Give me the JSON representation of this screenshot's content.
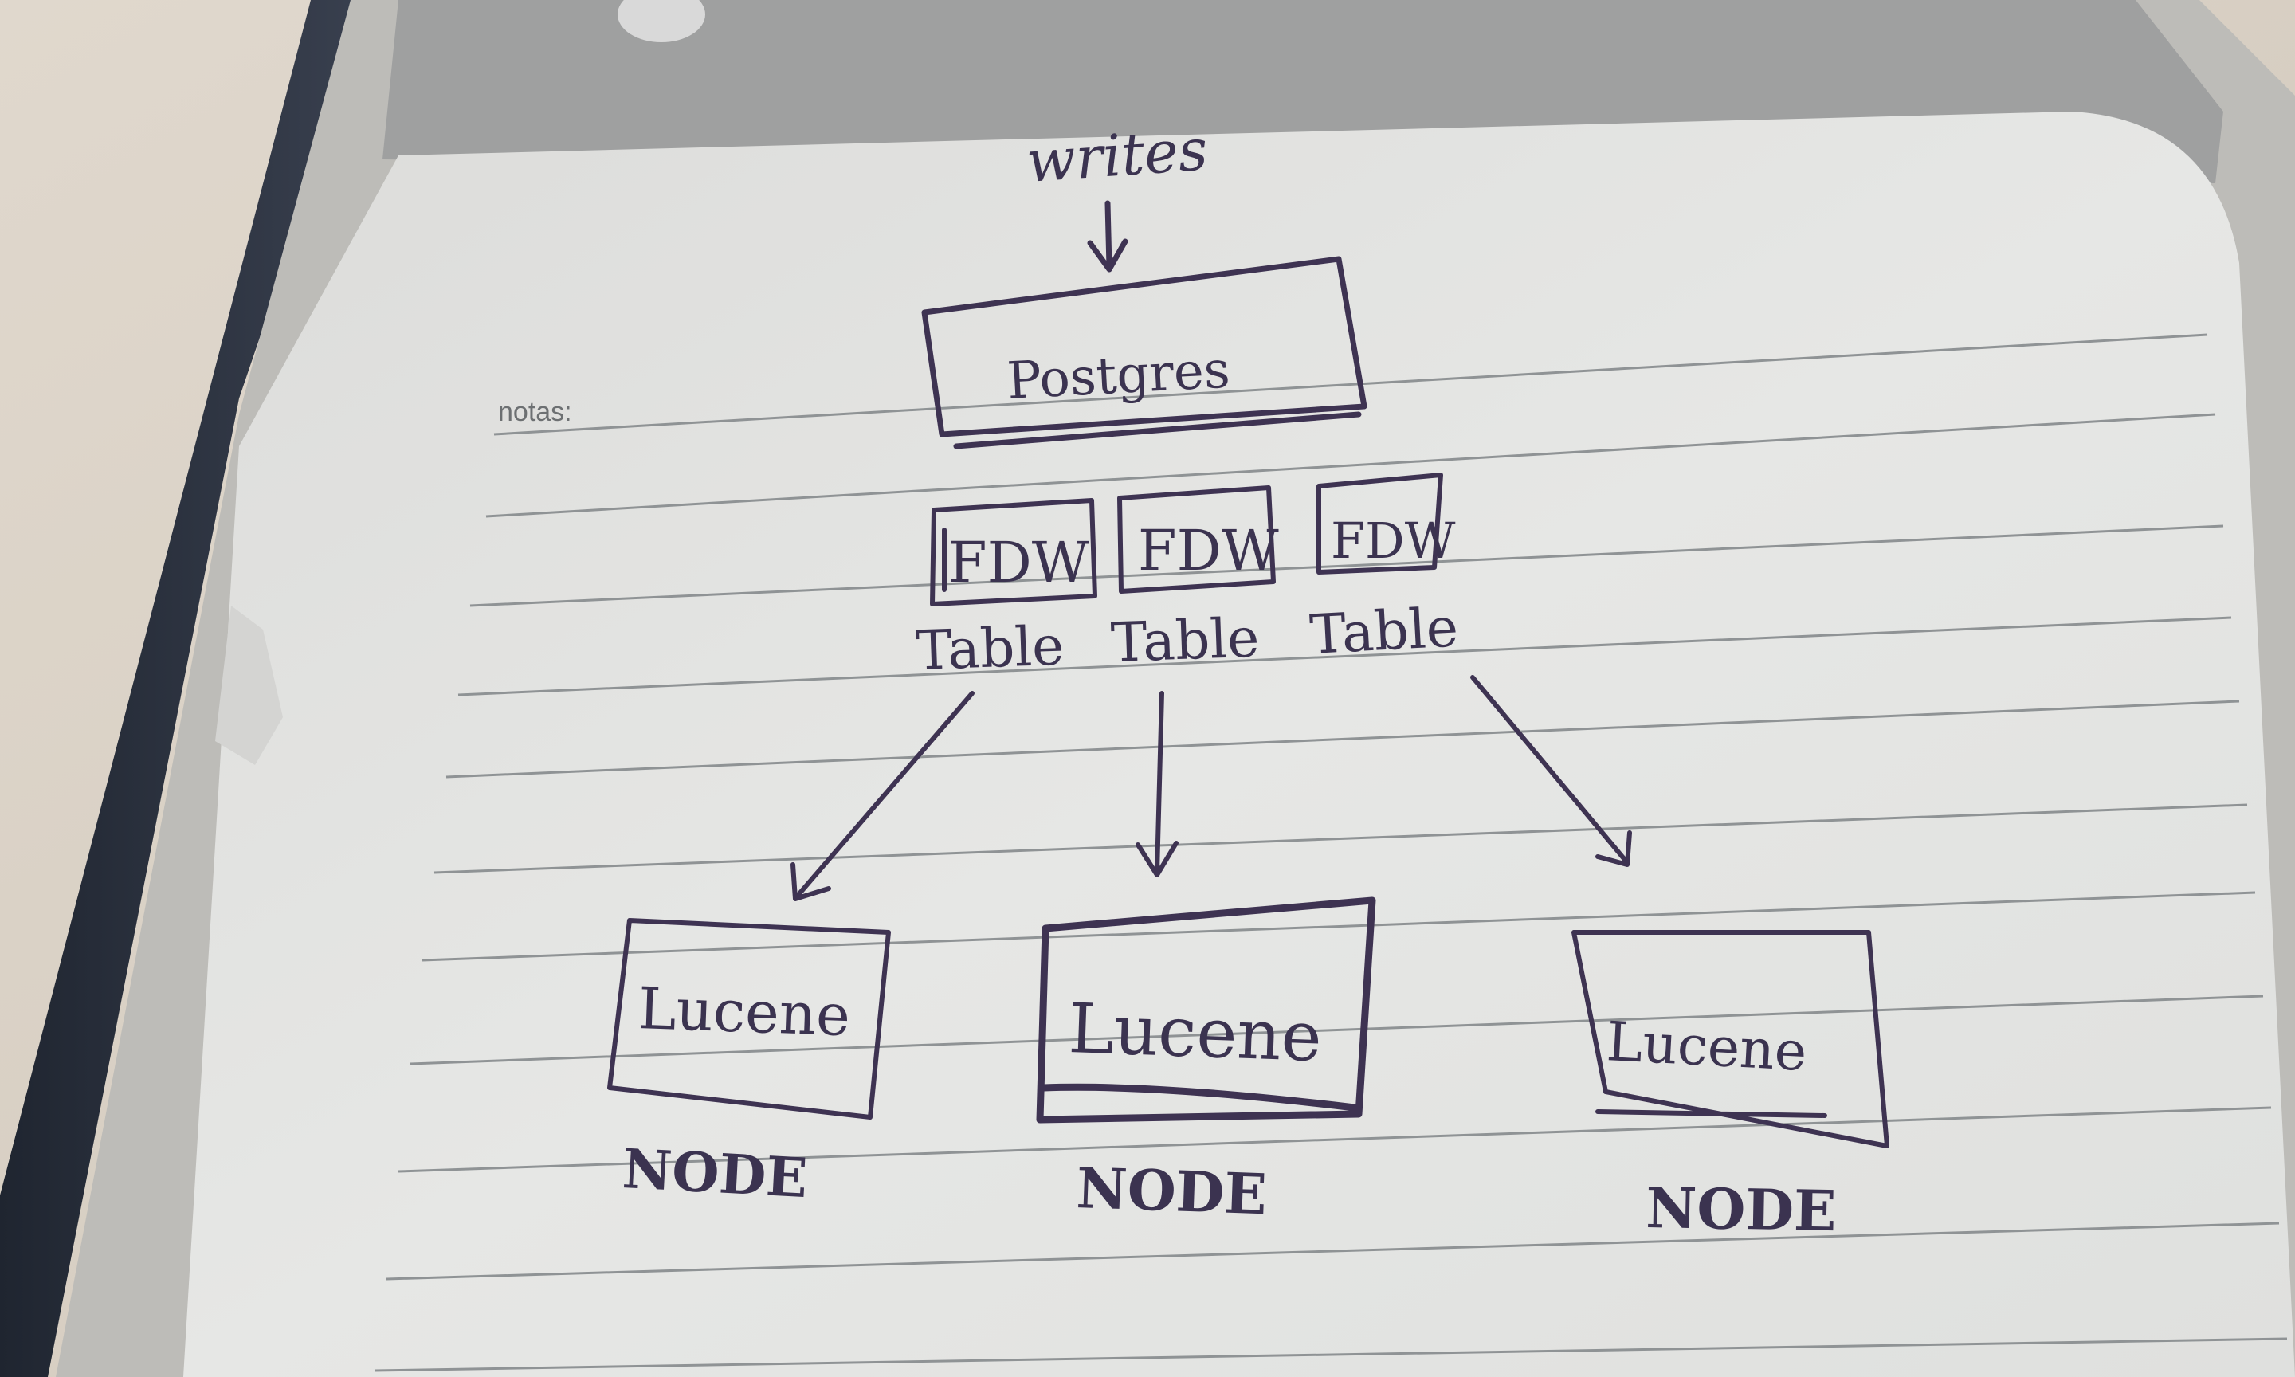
{
  "page": {
    "printed_label": "notas:"
  },
  "diagram": {
    "writes_label": "writes",
    "postgres_label": "Postgres",
    "fdw_boxes": [
      {
        "label": "FDW",
        "caption": "Table"
      },
      {
        "label": "FDW",
        "caption": "Table"
      },
      {
        "label": "FDW",
        "caption": "Table"
      }
    ],
    "lucene_nodes": [
      {
        "box_label": "Lucene",
        "caption": "NODE"
      },
      {
        "box_label": "Lucene",
        "caption": "NODE"
      },
      {
        "box_label": "Lucene",
        "caption": "NODE"
      }
    ]
  },
  "colors": {
    "ink": "#3e3352",
    "paper": "#e4e5e3",
    "page_shadow": "#b9b7b3",
    "desk": "#d8d0c4",
    "cover": "#2d3440"
  }
}
